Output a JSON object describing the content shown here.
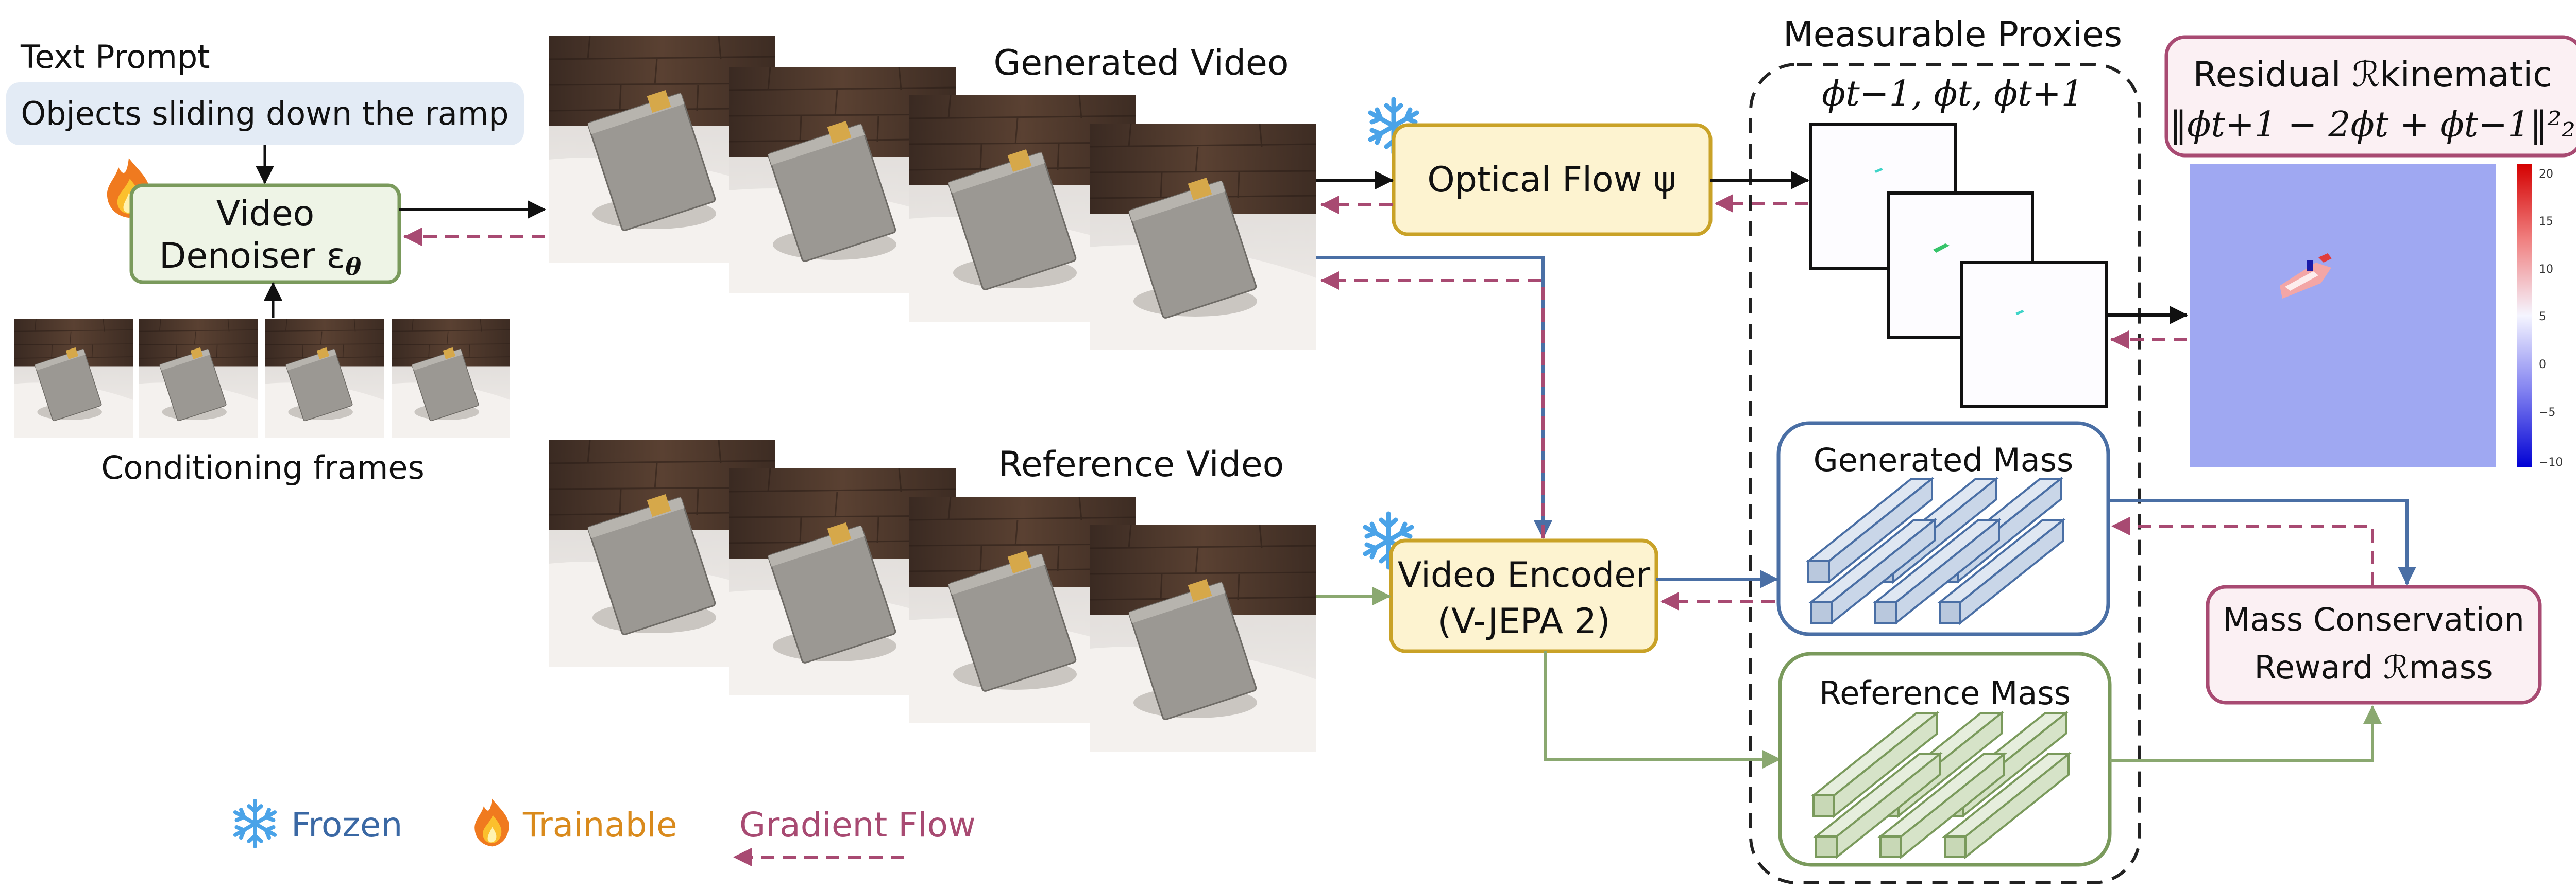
{
  "labels": {
    "text_prompt": "Text Prompt",
    "prompt_value": "Objects sliding down the ramp",
    "denoiser_line1": "Video",
    "denoiser_line2": "Denoiser ε",
    "denoiser_sub": "θ",
    "conditioning_frames": "Conditioning frames",
    "generated_video": "Generated Video",
    "reference_video": "Reference Video",
    "optical_flow": "Optical Flow ψ",
    "video_encoder_line1": "Video Encoder",
    "video_encoder_line2": "(V-JEPA 2)",
    "measurable_proxies": "Measurable Proxies",
    "phi_triplet": "ϕt−1, ϕt, ϕt+1",
    "generated_mass": "Generated Mass",
    "reference_mass": "Reference Mass",
    "residual_title": "Residual ℛkinematic",
    "residual_formula": "‖ϕt+1 − 2ϕt + ϕt−1‖²₂",
    "mass_reward_line1": "Mass Conservation",
    "mass_reward_line2": "Reward ℛmass"
  },
  "colorbar_ticks": [
    "20",
    "15",
    "10",
    "5",
    "0",
    "−5",
    "−10"
  ],
  "legend": {
    "frozen": "Frozen",
    "trainable": "Trainable",
    "gradient_flow": "Gradient Flow"
  },
  "icons": {
    "frozen": "snowflake-icon",
    "trainable": "flame-icon"
  },
  "colors": {
    "frozen_text": "#3a68a4",
    "trainable_text": "#d98a1c",
    "gradient_flow": "#a84a72",
    "module_fill": "#fdf3d0",
    "module_stroke": "#c9a227",
    "denoiser_fill": "#eef4e6",
    "denoiser_stroke": "#7a9a5c",
    "prompt_fill": "#e3ebf5",
    "generated_mass_stroke": "#4a6fa5",
    "reference_mass_stroke": "#7a9a5c",
    "reward_fill": "#fbf0f3",
    "reward_stroke": "#a84a72"
  }
}
